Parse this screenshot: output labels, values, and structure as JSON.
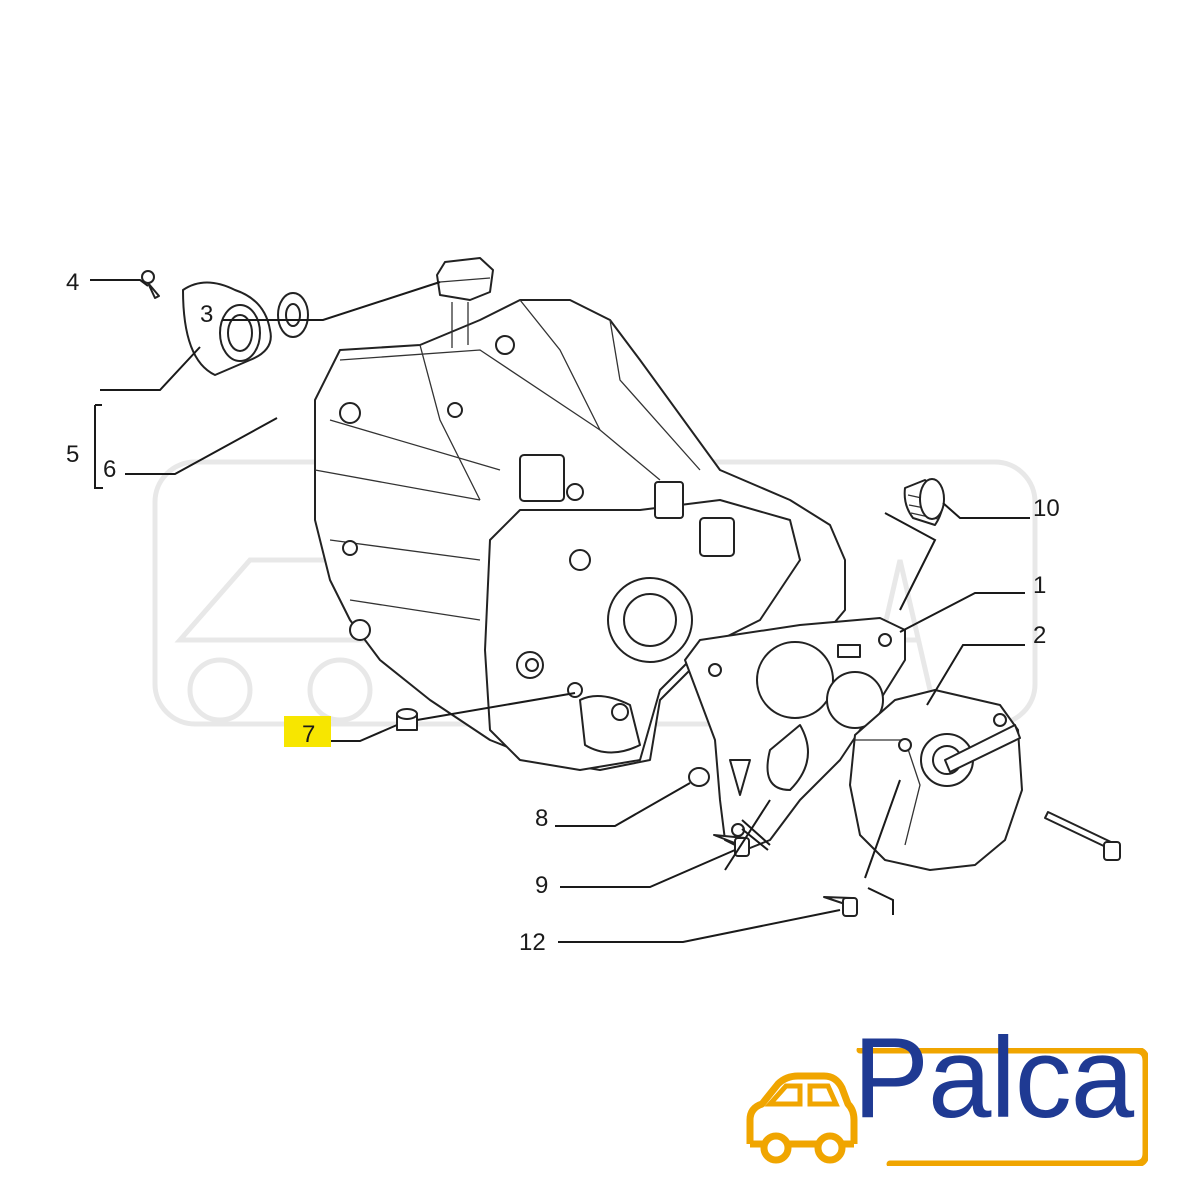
{
  "callouts": {
    "c1": "1",
    "c2": "2",
    "c3": "3",
    "c4": "4",
    "c5": "5",
    "c6": "6",
    "c7": "7",
    "c8": "8",
    "c9": "9",
    "c10": "10",
    "c12": "12"
  },
  "highlight": {
    "callout": "7",
    "color": "#f7e600"
  },
  "brand": {
    "name": "Palca",
    "text_color": "#1f3a93",
    "accent_color": "#f0a500"
  }
}
